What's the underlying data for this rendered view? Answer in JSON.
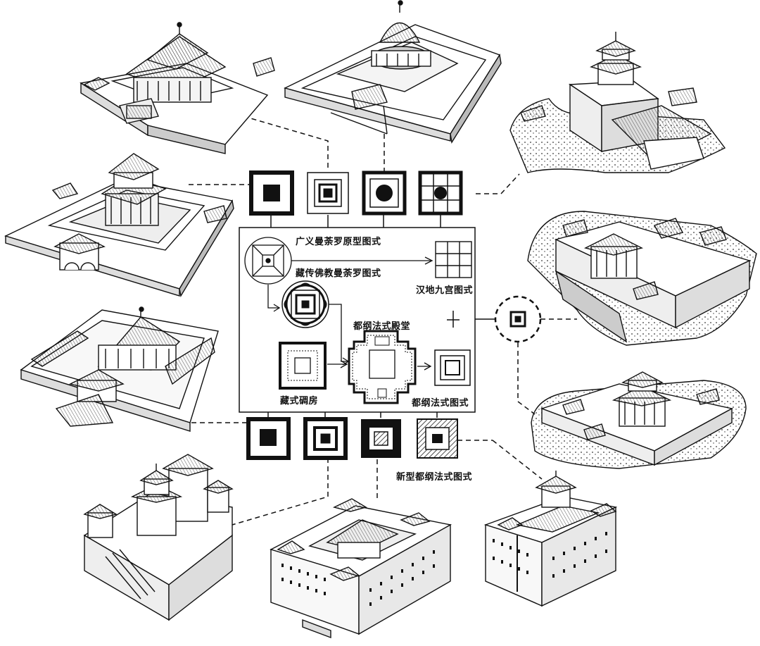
{
  "labels": {
    "generalized_mandala": "广义曼荼罗原型图式",
    "tibetan_mandala": "藏传佛教曼荼罗图式",
    "han_nine_palace": "汉地九宫图式",
    "dugang_hall": "都纲法式殿堂",
    "tibetan_diaofang": "藏式碉房",
    "dugang_pattern": "都纲法式图式",
    "new_dugang_pattern": "新型都纲法式图式"
  },
  "colors": {
    "ink": "#111111",
    "paper": "#ffffff"
  }
}
